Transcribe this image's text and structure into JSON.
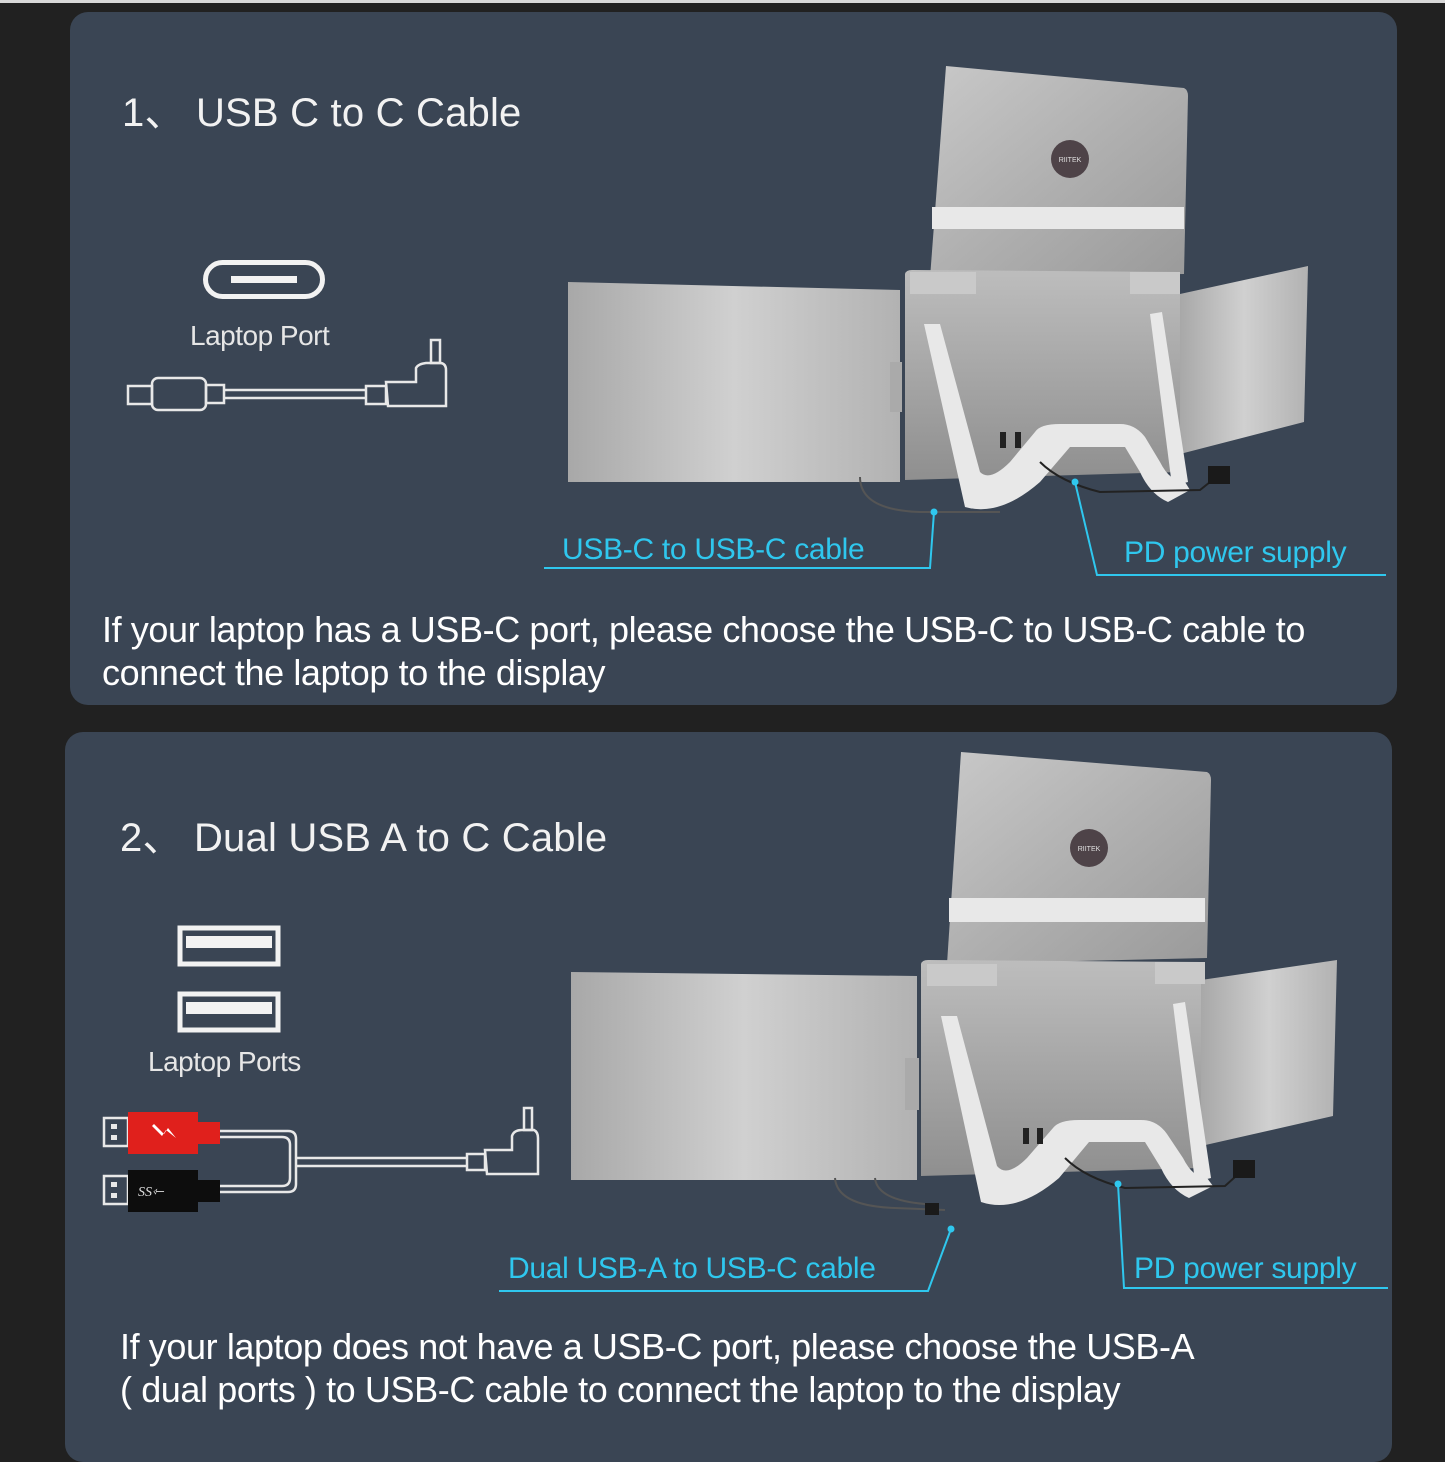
{
  "section1": {
    "title": "1、 USB C to C Cable",
    "port_label": "Laptop Port",
    "port_icon": "usb-c-port-icon",
    "cable_icon": "usb-c-to-c-cable-icon",
    "product_logo": "RIITEK",
    "callout_cable": "USB-C to USB-C cable",
    "callout_power": "PD power supply",
    "description": "If your laptop has a USB-C port, please choose the USB-C to USB-C cable to connect the laptop to the display"
  },
  "section2": {
    "title": "2、 Dual USB A to C Cable",
    "port_label": "Laptop Ports",
    "port_icon": "usb-a-port-icon",
    "cable_icon": "dual-usb-a-to-c-cable-icon",
    "plug_power_symbol": "lightning",
    "plug_data_symbol": "SS",
    "product_logo": "RIITEK",
    "callout_cable": "Dual USB-A to USB-C cable",
    "callout_power": "PD power supply",
    "description_line1": "If your laptop does not have a  USB-C port, please choose the USB-A",
    "description_line2": "( dual ports ) to USB-C cable to connect the laptop to the display"
  },
  "colors": {
    "background": "#212121",
    "panel": "#3a4554",
    "callout": "#2fc7ee",
    "text": "#ffffff",
    "plug_red": "#e0201c",
    "plug_black": "#0d0d0d",
    "logo_badge": "#4e4348"
  }
}
